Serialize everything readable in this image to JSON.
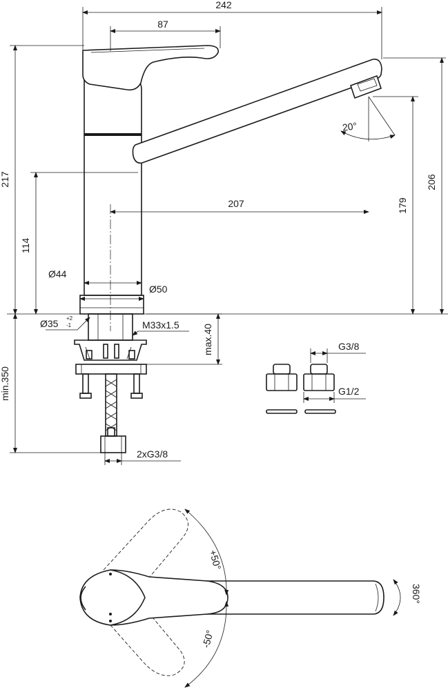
{
  "dimensions": {
    "overall_width": "242",
    "lever_length": "87",
    "overall_height": "217",
    "base_to_lever": "114",
    "spout_reach": "207",
    "outlet_height": "179",
    "spout_height": "206",
    "body_diameter": "Ø44",
    "base_diameter": "Ø50",
    "hole_diameter": "Ø35",
    "hole_tol_plus": "+2",
    "hole_tol_minus": "-1",
    "thread": "M33x1.5",
    "max_deck": "max.40",
    "hose_length": "min.350",
    "hose_connections": "2xG3/8",
    "spout_angle": "20°",
    "adapter_top": "G3/8",
    "adapter_bottom": "G1/2",
    "lever_plus": "+50°",
    "lever_minus": "-50°",
    "spout_rotation": "360°"
  }
}
